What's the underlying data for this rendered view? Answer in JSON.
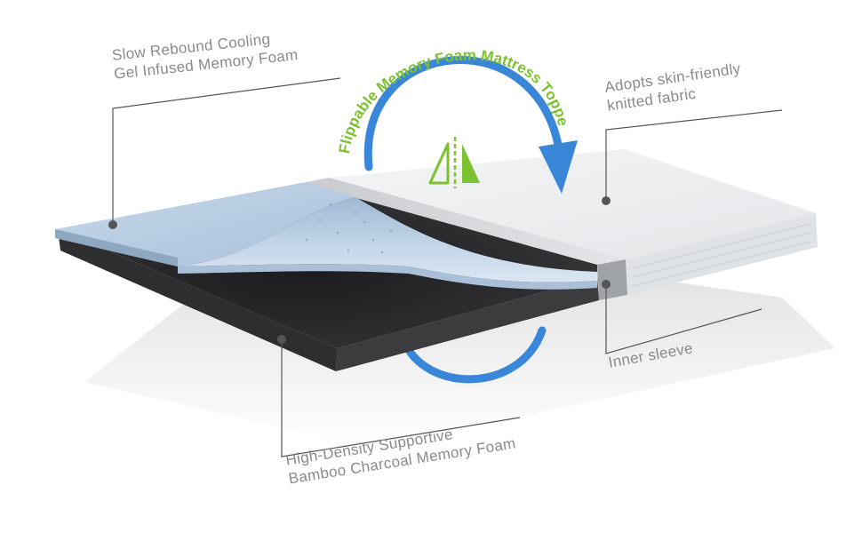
{
  "callouts": {
    "gel_foam": {
      "line1": "Slow Rebound Cooling",
      "line2": "Gel Infused Memory Foam"
    },
    "fabric": {
      "line1": "Adopts skin-friendly",
      "line2": "knitted fabric"
    },
    "sleeve": {
      "line1": "Inner sleeve"
    },
    "charcoal_foam": {
      "line1": "High-Density Supportive",
      "line2": "Bamboo Charcoal Memory Foam"
    }
  },
  "flip_label": "Flippable Memory Foam Mattress Topper",
  "icons": {
    "flip": "flip-symmetry-icon",
    "arrow": "curved-flip-arrow-icon"
  },
  "colors": {
    "arrow_blue": "#3a86d8",
    "flip_green": "#7cc230",
    "gel_blue": "#b7cde2",
    "charcoal": "#3a3a3c",
    "fabric_white": "#eef0f2",
    "callout_text": "#8a8a8a"
  }
}
